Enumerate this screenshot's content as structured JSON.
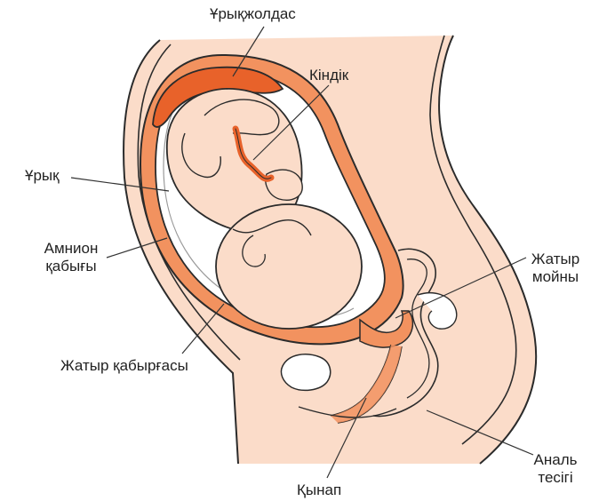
{
  "labels": {
    "placenta": "Ұрықжолдас",
    "umbilical_cord": "Кіндік",
    "fetus": "Ұрық",
    "amnion_line1": "Амнион",
    "amnion_line2": "қабығы",
    "uterine_wall": "Жатыр қабырғасы",
    "cervix_line1": "Жатыр",
    "cervix_line2": "мойны",
    "vagina": "Қынап",
    "anus_line1": "Аналь",
    "anus_line2": "тесігі"
  },
  "colors": {
    "skin": "#fbdcc9",
    "uterus": "#f2925f",
    "placenta": "#e8622a",
    "outline": "#2b2b2b",
    "leader": "#333333"
  }
}
